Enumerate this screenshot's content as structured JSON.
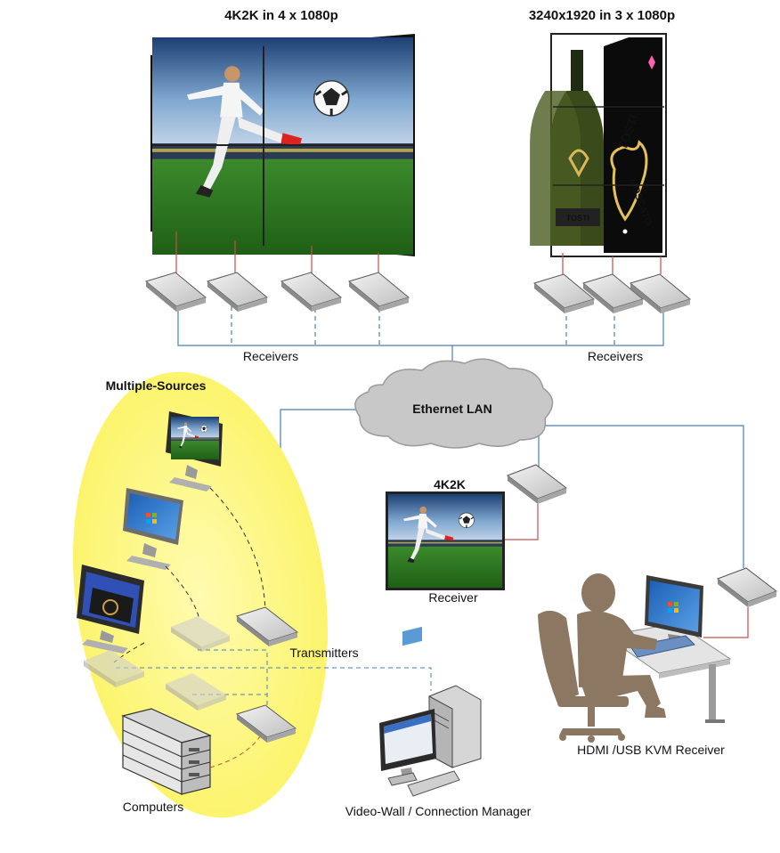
{
  "titles": {
    "wall_4k": "4K2K in 4 x 1080p",
    "wall_portrait": "3240x1920 in 3 x 1080p"
  },
  "labels": {
    "receivers_left": "Receivers",
    "receivers_right": "Receivers",
    "multiple_sources": "Multiple-Sources",
    "ethernet": "Ethernet LAN",
    "monitor_4k": "4K2K",
    "receiver_single": "Receiver",
    "transmitters": "Transmitters",
    "computers": "Computers",
    "manager": "Video-Wall / Connection Manager",
    "kvm": "HDMI /USB KVM Receiver"
  },
  "product_text": {
    "bottle_label": "TOSTI",
    "box_brand": "TOSTI",
    "box_product": "MOSCATO"
  },
  "colors": {
    "lan_line": "#4a7ebb",
    "video_cable": "#c0504d",
    "source_zone": "#fdfa7a",
    "cloud": "#c8c8c8",
    "device": "#d9d9d9"
  },
  "icons": {
    "receiver": "receiver-box-icon",
    "transmitter": "transmitter-box-icon",
    "cloud": "cloud-icon",
    "monitor": "monitor-icon",
    "server": "server-stack-icon",
    "workstation": "workstation-icon",
    "user": "seated-user-icon"
  }
}
